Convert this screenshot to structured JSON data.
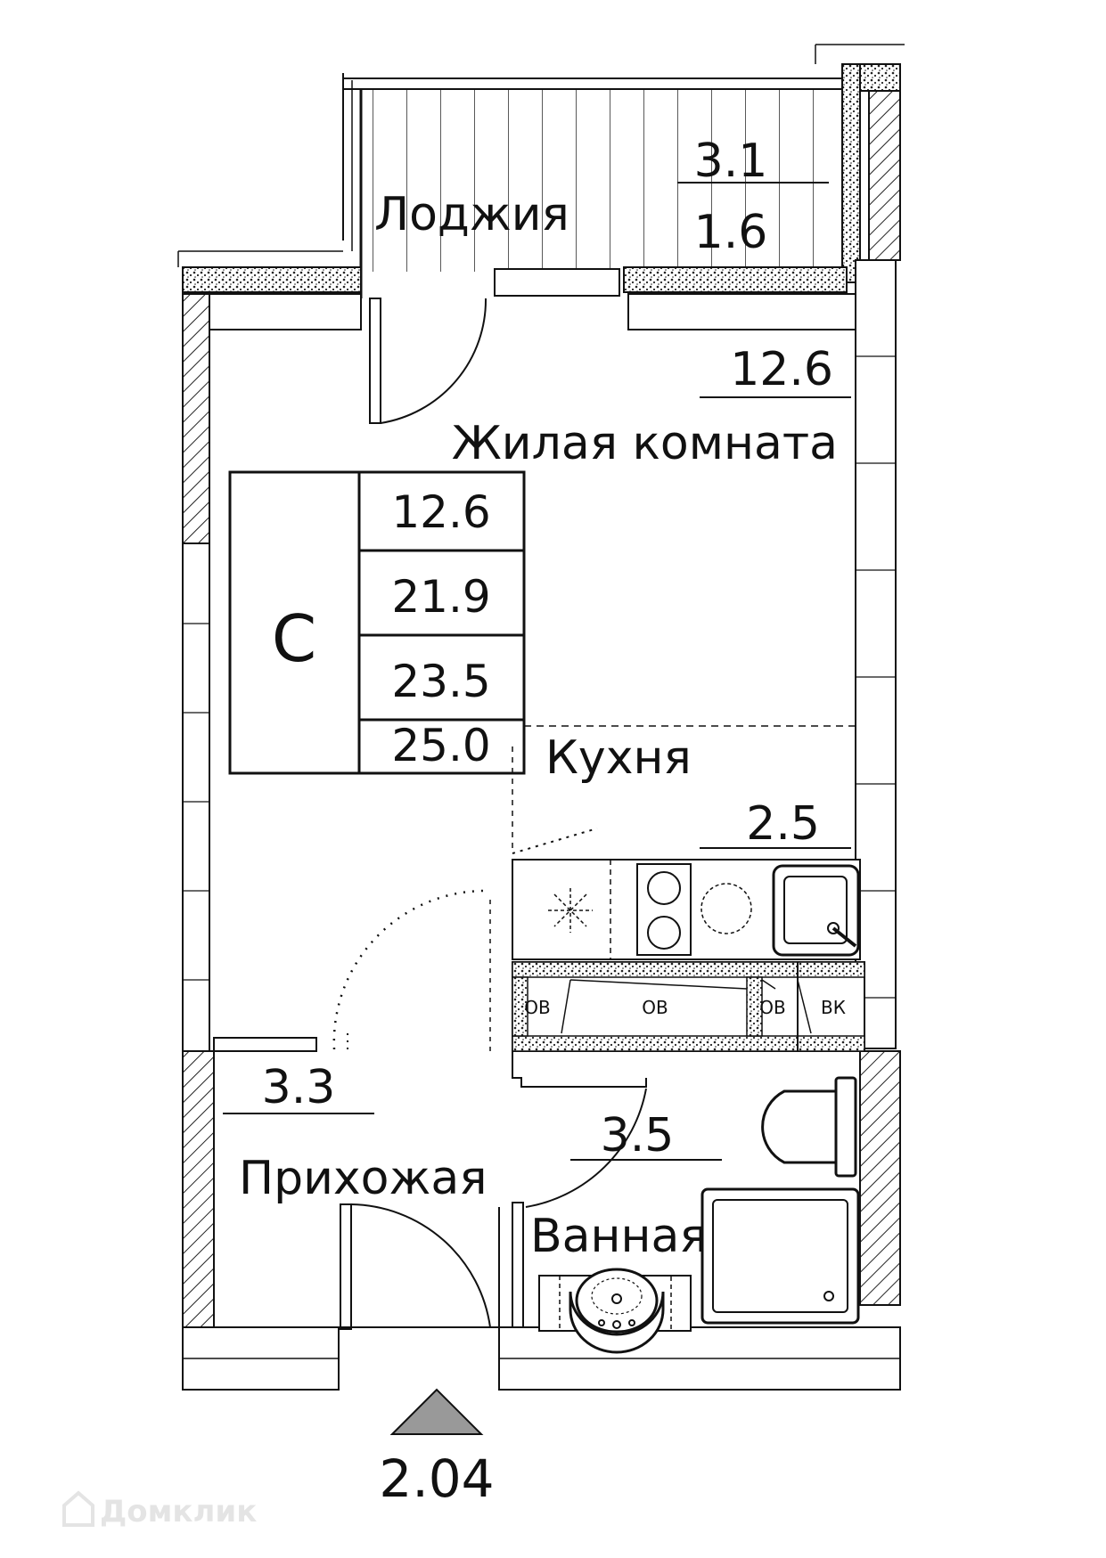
{
  "rooms": {
    "loggia": {
      "name": "Лоджия",
      "area_gross": "3.1",
      "area_net": "1.6"
    },
    "living": {
      "name": "Жилая комната",
      "area": "12.6"
    },
    "kitchen": {
      "name": "Кухня",
      "area": "2.5"
    },
    "hall": {
      "name": "Прихожая",
      "area": "3.3"
    },
    "bath": {
      "name": "Ванная",
      "area": "3.5"
    }
  },
  "summary": {
    "type_letter": "С",
    "values": [
      "12.6",
      "21.9",
      "23.5",
      "25.0"
    ]
  },
  "equipment": {
    "ov1": "ОВ",
    "ov2": "ОВ",
    "ov3": "ОВ",
    "vk": "ВК"
  },
  "entrance": {
    "number": "2.04"
  },
  "watermark": {
    "text": "Домклик"
  }
}
